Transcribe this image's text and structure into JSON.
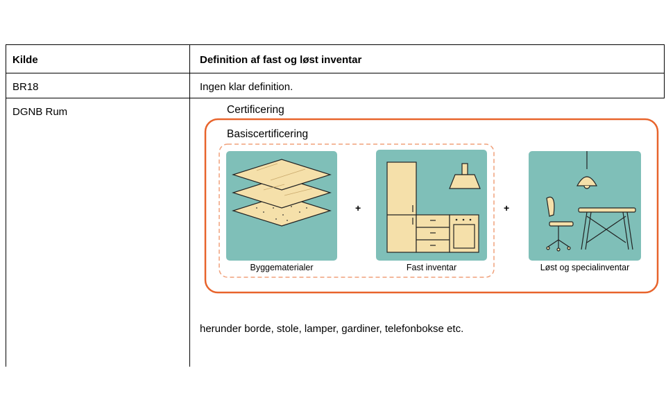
{
  "table": {
    "headers": {
      "source": "Kilde",
      "definition": "Definition af fast og løst inventar"
    },
    "rows": [
      {
        "source": "BR18",
        "definition": "Ingen klar definition."
      },
      {
        "source": "DGNB Rum",
        "definition": "herunder borde, stole, lamper, gardiner, telefonbokse etc."
      }
    ]
  },
  "figure": {
    "outer_label": "Certificering",
    "inner_label": "Basiscertificering",
    "cards": [
      {
        "caption": "Byggematerialer",
        "icon": "layered-sheets-icon"
      },
      {
        "caption": "Fast inventar",
        "icon": "kitchen-icon"
      },
      {
        "caption": "Løst og specialinventar",
        "icon": "chair-table-lamp-icon"
      }
    ],
    "plus_sign": "+",
    "colors": {
      "outer_border": "#e8642c",
      "inner_dash": "#f0a07a",
      "card_bg": "#7fbfb8",
      "item_fill": "#f5e0aa"
    }
  }
}
